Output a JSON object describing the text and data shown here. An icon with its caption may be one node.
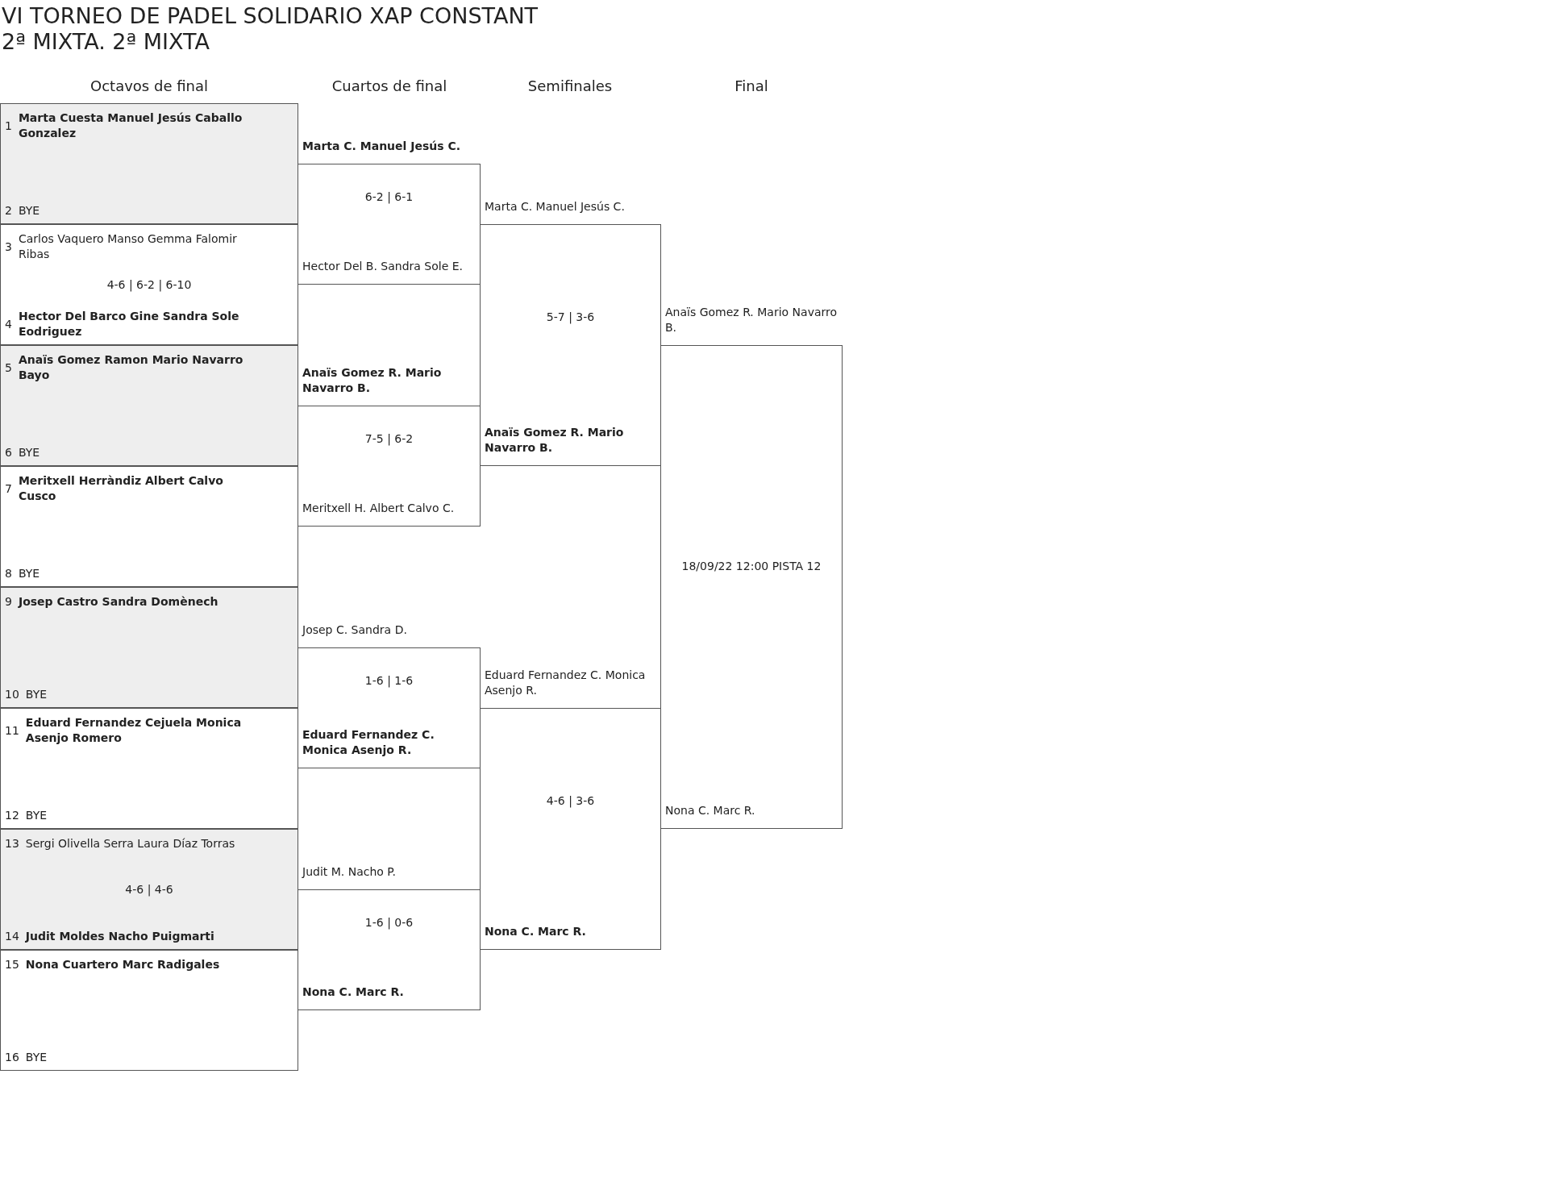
{
  "diagram": {
    "title": "VI TORNEO DE PADEL SOLIDARIO XAP CONSTANT",
    "nodes": [
      {
        "text": [
          "1",
          "**Marta Cuesta Manuel Jesús Caballo Gonzalez**",
          "2",
          "BYE"
        ]
      },
      {
        "text": [
          "3",
          "Carlos Vaquero Manso Gemma Falomir Ribas",
          "4-6 | 6-2 | 6-10",
          "4",
          "**Hector Del Barco Gine Sandra Sole Eodriguez**"
        ]
      },
      {
        "text": [
          "5",
          "**Anaïs Gomez Ramon Mario Navarro Bayo**",
          "6",
          "BYE"
        ]
      },
      {
        "text": [
          "7",
          "**Meritxell Herràndiz Albert Calvo Cusco**",
          "8",
          "BYE"
        ]
      },
      {
        "text": [
          "9",
          "**Josep Castro Sandra Domènech**",
          "10",
          "BYE"
        ]
      },
      {
        "text": [
          "11",
          "**Eduard Fernandez Cejuela Monica Asenjo Romero**",
          "12",
          "BYE"
        ]
      },
      {
        "text": [
          "13",
          "Sergi Olivella Serra Laura Díaz Torras",
          "4-6 | 4-6",
          "14",
          "**Judit Moldes Nacho Puigmarti**"
        ]
      },
      {
        "text": [
          "15",
          "**Nona Cuartero Marc Radigales**",
          "16",
          "BYE"
        ]
      },
      {
        "text": [
          "6-2 | 6-1",
          "Hector Del B. Sandra Sole E."
        ]
      },
      {
        "text": [
          "7-5 | 6-2",
          "Meritxell H. Albert Calvo C."
        ]
      },
      {
        "text": [
          "1-6 | 1-6",
          "**Eduard Fernandez C. Monica Asenjo R.**"
        ]
      },
      {
        "text": [
          "1-6 | 0-6",
          "**Nona C. Marc R.**"
        ]
      },
      {
        "text": [
          "5-7 | 3-6",
          "**Anaïs Gomez R. Mario Navarro B.**"
        ]
      },
      {
        "text": [
          "4-6 | 3-6",
          "**Nona C. Marc R.**"
        ]
      },
      {
        "text": [
          "18/09/22 12:00 PISTA 12",
          "Nona C. Marc R."
        ]
      }
    ],
    "labels": [
      "2ª MIXTA. 2ª MIXTA",
      "Octavos de final",
      "Cuartos de final",
      "Semifinales",
      "Final",
      "**Marta C. Manuel Jesús C.**",
      "Marta C. Manuel Jesús C.",
      "Anaïs Gomez R. Mario Navarro B.",
      "**Anaïs Gomez R. Mario Navarro B.**",
      "Josep C. Sandra D.",
      "Eduard Fernandez C. Monica Asenjo R.",
      "Judit M. Nacho P."
    ]
  }
}
